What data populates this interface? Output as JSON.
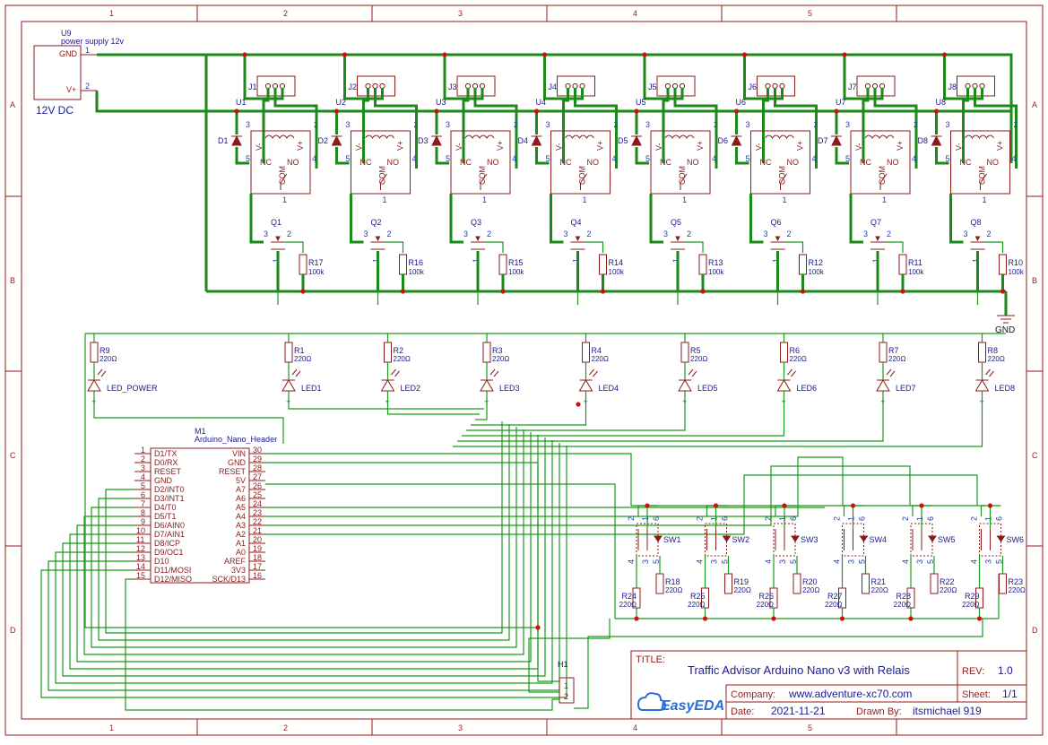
{
  "grid": {
    "columns": [
      "1",
      "2",
      "3",
      "4",
      "5"
    ],
    "rows": [
      "A",
      "B",
      "C",
      "D"
    ]
  },
  "power_supply": {
    "ref": "U9",
    "name": "power supply 12v",
    "label": "12V DC",
    "pins": [
      {
        "num": "1",
        "name": "GND"
      },
      {
        "num": "2",
        "name": "V+"
      }
    ]
  },
  "relays": [
    {
      "connector": "J1",
      "relay": "U1",
      "diode": "D1",
      "mosfet": "Q1",
      "resistor": "R17",
      "res_value": "100k"
    },
    {
      "connector": "J2",
      "relay": "U2",
      "diode": "D2",
      "mosfet": "Q2",
      "resistor": "R16",
      "res_value": "100k"
    },
    {
      "connector": "J3",
      "relay": "U3",
      "diode": "D3",
      "mosfet": "Q3",
      "resistor": "R15",
      "res_value": "100k"
    },
    {
      "connector": "J4",
      "relay": "U4",
      "diode": "D4",
      "mosfet": "Q4",
      "resistor": "R14",
      "res_value": "100k"
    },
    {
      "connector": "J5",
      "relay": "U5",
      "diode": "D5",
      "mosfet": "Q5",
      "resistor": "R13",
      "res_value": "100k"
    },
    {
      "connector": "J6",
      "relay": "U6",
      "diode": "D6",
      "mosfet": "Q6",
      "resistor": "R12",
      "res_value": "100k"
    },
    {
      "connector": "J7",
      "relay": "U7",
      "diode": "D7",
      "mosfet": "Q7",
      "resistor": "R11",
      "res_value": "100k"
    },
    {
      "connector": "J8",
      "relay": "U8",
      "diode": "D8",
      "mosfet": "Q8",
      "resistor": "R10",
      "res_value": "100k"
    }
  ],
  "relay_pin_labels": {
    "coil_a": "3",
    "coil_b": "2",
    "nc_pin": "5",
    "no_pin": "4",
    "v_minus": "V-",
    "v_plus": "V+",
    "nc": "NC",
    "no": "NO",
    "com": "COM",
    "com_pin": "1"
  },
  "mosfet_pins": {
    "g": "3",
    "d": "2",
    "s": "1"
  },
  "gnd_label": "GND",
  "leds": [
    {
      "res": "R9",
      "res_value": "220Ω",
      "led": "LED_POWER"
    },
    {
      "res": "R1",
      "res_value": "220Ω",
      "led": "LED1"
    },
    {
      "res": "R2",
      "res_value": "220Ω",
      "led": "LED2"
    },
    {
      "res": "R3",
      "res_value": "220Ω",
      "led": "LED3"
    },
    {
      "res": "R4",
      "res_value": "220Ω",
      "led": "LED4"
    },
    {
      "res": "R5",
      "res_value": "220Ω",
      "led": "LED5"
    },
    {
      "res": "R6",
      "res_value": "220Ω",
      "led": "LED6"
    },
    {
      "res": "R7",
      "res_value": "220Ω",
      "led": "LED7"
    },
    {
      "res": "R8",
      "res_value": "220Ω",
      "led": "LED8"
    }
  ],
  "arduino": {
    "ref": "M1",
    "name": "Arduino_Nano_Header",
    "left_pins": [
      {
        "num": "1",
        "name": "D1/TX"
      },
      {
        "num": "2",
        "name": "D0/RX"
      },
      {
        "num": "3",
        "name": "RESET"
      },
      {
        "num": "4",
        "name": "GND"
      },
      {
        "num": "5",
        "name": "D2/INT0"
      },
      {
        "num": "6",
        "name": "D3/INT1"
      },
      {
        "num": "7",
        "name": "D4/T0"
      },
      {
        "num": "8",
        "name": "D5/T1"
      },
      {
        "num": "9",
        "name": "D6/AIN0"
      },
      {
        "num": "10",
        "name": "D7/AIN1"
      },
      {
        "num": "11",
        "name": "D8/ICP"
      },
      {
        "num": "12",
        "name": "D9/OC1"
      },
      {
        "num": "13",
        "name": "D10"
      },
      {
        "num": "14",
        "name": "D11/MOSI"
      },
      {
        "num": "15",
        "name": "D12/MISO"
      }
    ],
    "right_pins": [
      {
        "num": "30",
        "name": "VIN"
      },
      {
        "num": "29",
        "name": "GND"
      },
      {
        "num": "28",
        "name": "RESET"
      },
      {
        "num": "27",
        "name": "5V"
      },
      {
        "num": "26",
        "name": "A7"
      },
      {
        "num": "25",
        "name": "A6"
      },
      {
        "num": "24",
        "name": "A5"
      },
      {
        "num": "23",
        "name": "A4"
      },
      {
        "num": "22",
        "name": "A3"
      },
      {
        "num": "21",
        "name": "A2"
      },
      {
        "num": "20",
        "name": "A1"
      },
      {
        "num": "19",
        "name": "A0"
      },
      {
        "num": "18",
        "name": "AREF"
      },
      {
        "num": "17",
        "name": "3V3"
      },
      {
        "num": "16",
        "name": "SCK/D13"
      }
    ]
  },
  "switches": [
    {
      "sw": "SW1",
      "r_up": "R18",
      "r_up_value": "220Ω",
      "r_dn": "R24",
      "r_dn_value": "220Ω"
    },
    {
      "sw": "SW2",
      "r_up": "R19",
      "r_up_value": "220Ω",
      "r_dn": "R25",
      "r_dn_value": "220Ω"
    },
    {
      "sw": "SW3",
      "r_up": "R20",
      "r_up_value": "220Ω",
      "r_dn": "R26",
      "r_dn_value": "220Ω"
    },
    {
      "sw": "SW4",
      "r_up": "R21",
      "r_up_value": "220Ω",
      "r_dn": "R27",
      "r_dn_value": "220Ω"
    },
    {
      "sw": "SW5",
      "r_up": "R22",
      "r_up_value": "220Ω",
      "r_dn": "R28",
      "r_dn_value": "220Ω"
    },
    {
      "sw": "SW6",
      "r_up": "R23",
      "r_up_value": "220Ω",
      "r_dn": "R29",
      "r_dn_value": "220Ω"
    }
  ],
  "switch_pins": [
    "2",
    "1",
    "6",
    "4",
    "3",
    "5"
  ],
  "header_h1": {
    "ref": "H1",
    "pins": [
      "1",
      "2"
    ]
  },
  "title_block": {
    "title_label": "TITLE:",
    "title": "Traffic Advisor Arduino Nano v3 with Relais",
    "rev_label": "REV:",
    "rev": "1.0",
    "company_label": "Company:",
    "company": "www.adventure-xc70.com",
    "sheet_label": "Sheet:",
    "sheet": "1/1",
    "date_label": "Date:",
    "date": "2021-11-21",
    "drawn_label": "Drawn By:",
    "drawn": "itsmichael 919",
    "logo": "EasyEDA"
  },
  "colors": {
    "border": "#9b1a1a",
    "wire": "#1a9a1a",
    "symbol": "#8a1c1c",
    "ref": "#1a1a8a",
    "junction": "#cc1111"
  }
}
